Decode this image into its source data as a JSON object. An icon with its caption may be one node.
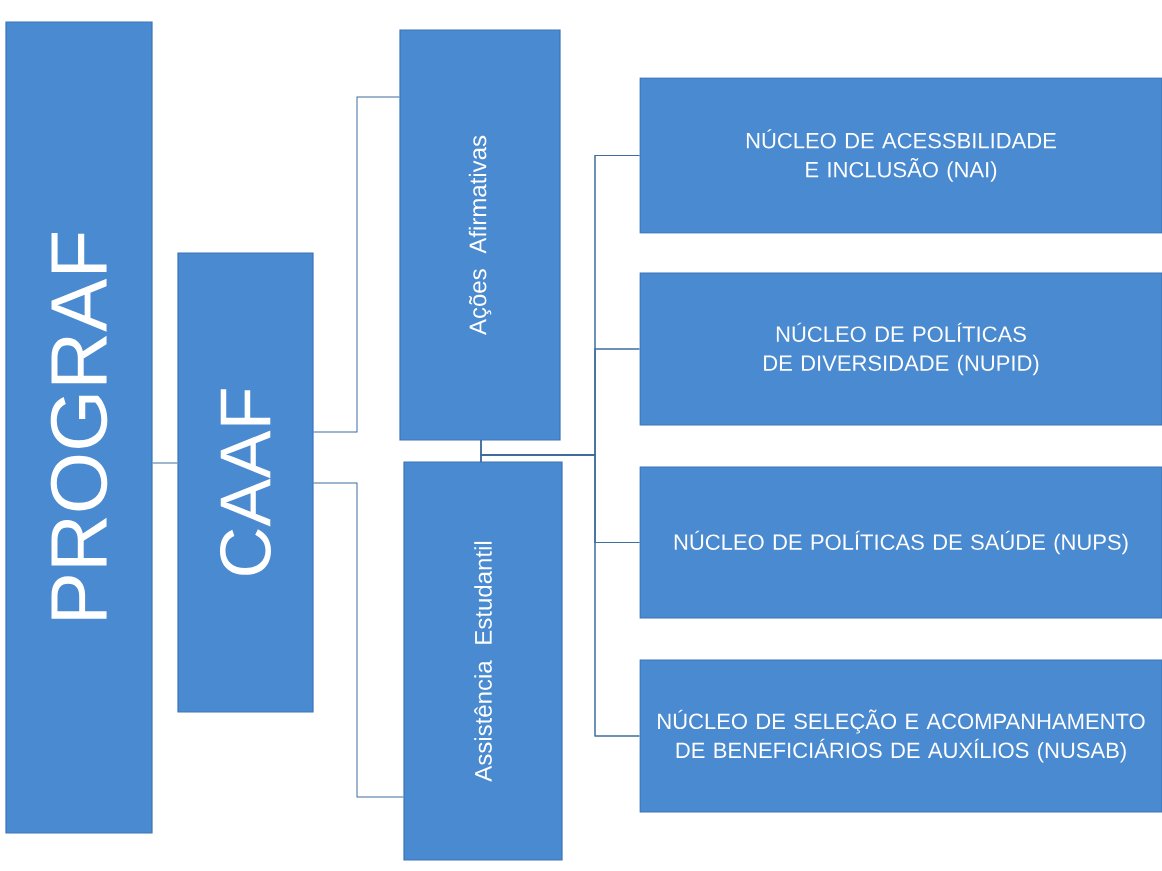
{
  "diagram": {
    "nodes": [
      {
        "text": [
          "PROGRAF"
        ]
      },
      {
        "text": [
          "CAAF"
        ]
      },
      {
        "text": [
          "Ações Afirmativas"
        ]
      },
      {
        "text": [
          "Assistência Estudantil"
        ]
      },
      {
        "text": [
          "NÚCLEO DE ACESSBILIDADE E INCLUSÃO (NAI)"
        ]
      },
      {
        "text": [
          "NÚCLEO DE POLÍTICAS DE DIVERSIDADE (NUPID)"
        ]
      },
      {
        "text": [
          "NÚCLEO DE POLÍTICAS DE SAÚDE (NUPS)"
        ]
      },
      {
        "text": [
          "NÚCLEO DE SELEÇÃO E ACOMPANHAMENTO DE BENEFICIÁRIOS DE AUXÍLIOS (NUSAB)"
        ]
      }
    ],
    "edges": [
      {
        "from": 0,
        "to": 1,
        "arrow": "none"
      },
      {
        "from": 1,
        "to": 2,
        "arrow": "none"
      },
      {
        "from": 1,
        "to": 3,
        "arrow": "none"
      },
      {
        "from": 2,
        "to": 4,
        "arrow": "none"
      },
      {
        "from": 2,
        "to": 5,
        "arrow": "none"
      },
      {
        "from": 2,
        "to": 6,
        "arrow": "none"
      },
      {
        "from": 2,
        "to": 7,
        "arrow": "none"
      },
      {
        "from": 3,
        "to": 4,
        "arrow": "none"
      },
      {
        "from": 3,
        "to": 5,
        "arrow": "none"
      },
      {
        "from": 3,
        "to": 6,
        "arrow": "none"
      },
      {
        "from": 3,
        "to": 7,
        "arrow": "none"
      }
    ]
  }
}
